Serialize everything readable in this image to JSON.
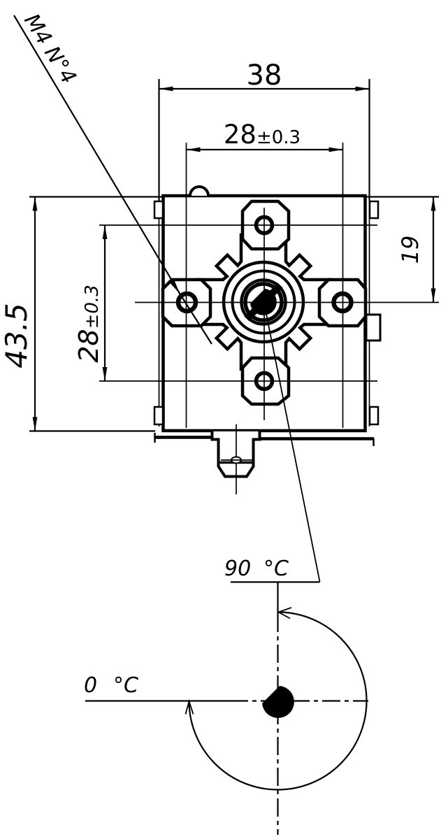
{
  "drawing": {
    "callout": "M4 N°4",
    "dims": {
      "overall_width": "38",
      "hole_pitch_h": "28",
      "hole_pitch_h_tol": "±0.3",
      "overall_height": "43.5",
      "hole_pitch_v": "28",
      "hole_pitch_v_tol": "±0.3",
      "top_to_center": "19"
    },
    "angles": {
      "max_value": "90",
      "max_unit": "°C",
      "min_value": "0",
      "min_unit": "°C"
    }
  }
}
